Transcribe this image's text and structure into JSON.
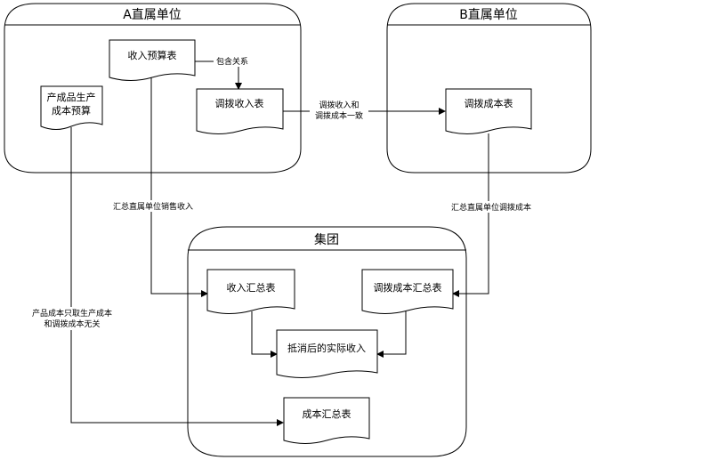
{
  "containers": {
    "unit_a": "A直属单位",
    "unit_b": "B直属单位",
    "group": "集团"
  },
  "documents": {
    "income_budget": "收入预算表",
    "production_cost_budget": [
      "产成品生产",
      "成本预算"
    ],
    "transfer_income": "调拨收入表",
    "transfer_cost": "调拨成本表",
    "income_summary": "收入汇总表",
    "transfer_cost_summary": "调拨成本汇总表",
    "actual_income_after_offset": "抵消后的实际收入",
    "cost_summary": "成本汇总表"
  },
  "edges": {
    "contains": "包含关系",
    "consistent": [
      "调拨收入和",
      "调拨成本一致"
    ],
    "summarize_sales": "汇总直属单位销售收入",
    "summarize_transfer_cost": "汇总直属单位调拨成本",
    "cost_note": [
      "产品成本只取生产成本",
      "和调拨成本无关"
    ]
  }
}
